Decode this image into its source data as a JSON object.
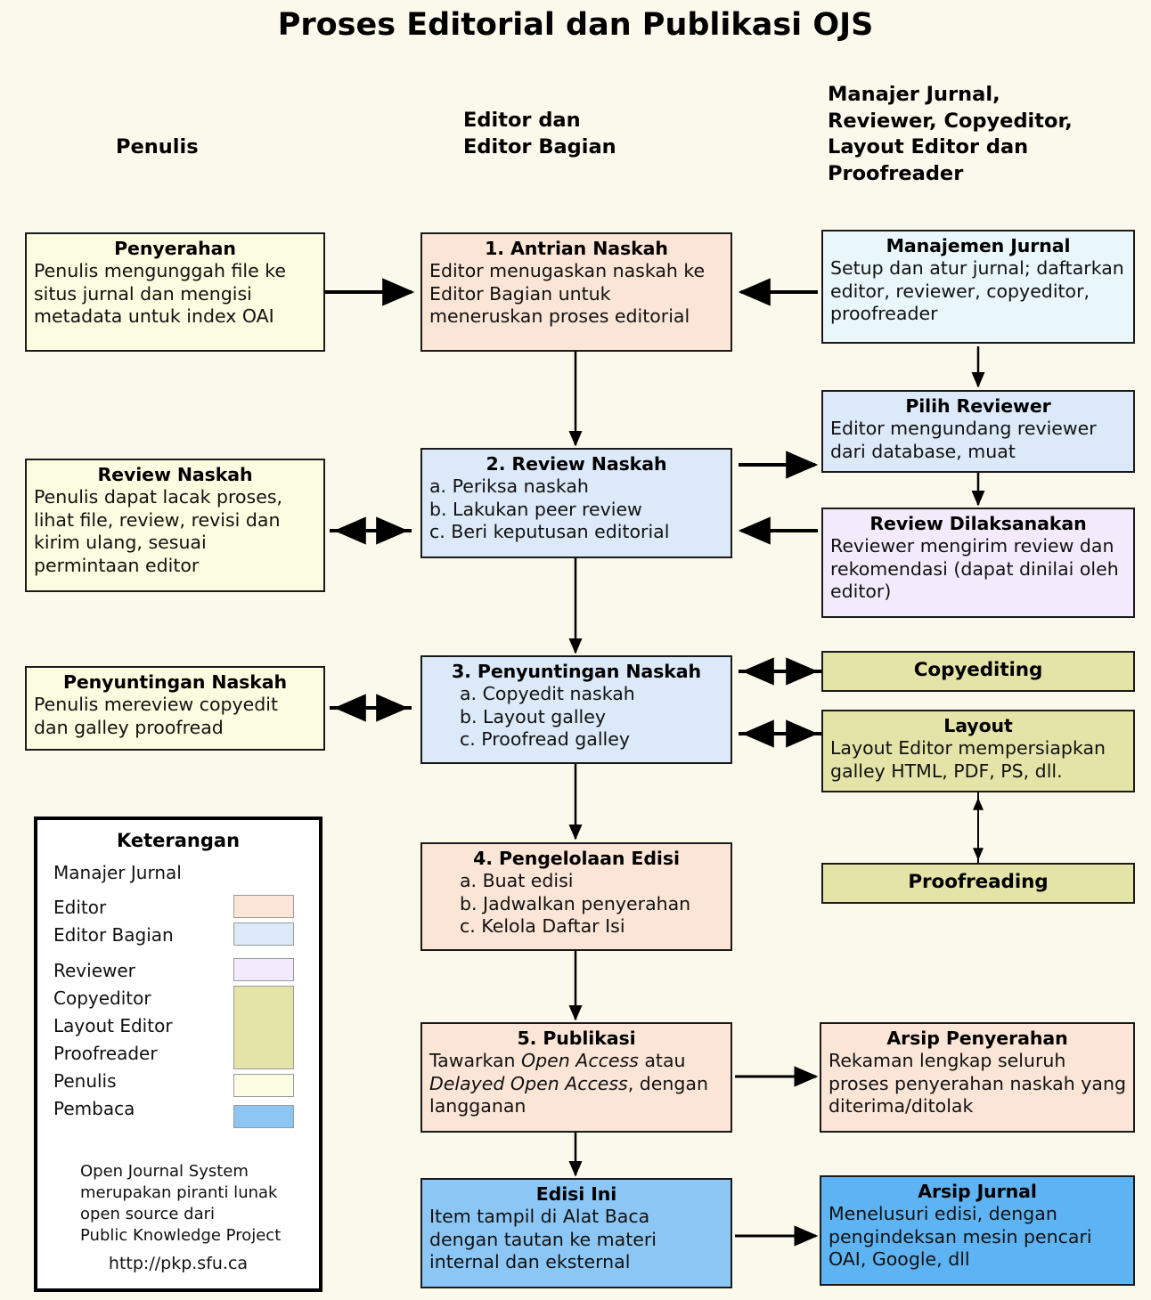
{
  "title": "Proses Editorial dan Publikasi OJS",
  "columns": [
    {
      "id": "penulis",
      "label": "Penulis"
    },
    {
      "id": "editor",
      "label": "Editor dan\nEditor Bagian"
    },
    {
      "id": "lainnya",
      "label": "Manajer Jurnal,\nReviewer, Copyeditor,\nLayout Editor dan\nProofreader"
    }
  ],
  "colors": {
    "background": "#faf9ec",
    "editor": "#fbe5d6",
    "editor_bagian": "#dbe9f8",
    "reviewer": "#f3ebfb",
    "copyeditor_layout_proofreader": "#e4e4a8",
    "penulis": "#fcfce0",
    "pembaca": "#8cc6f5",
    "manajer_jurnal": "#e9f7fb",
    "border": "#1a1a1a"
  },
  "nodes": {
    "penyerahan": {
      "title": "Penyerahan",
      "body": "Penulis mengunggah file ke situs jurnal dan mengisi metadata untuk index OAI",
      "role": "penulis"
    },
    "antrian_naskah": {
      "title": "1. Antrian Naskah",
      "body": "Editor menugaskan naskah ke Editor Bagian untuk meneruskan proses editorial",
      "role": "editor"
    },
    "manajemen_jurnal": {
      "title": "Manajemen Jurnal",
      "body": "Setup dan atur jurnal; daftarkan editor, reviewer, copyeditor, proofreader",
      "role": "manajer_jurnal"
    },
    "review_naskah_penulis": {
      "title": "Review Naskah",
      "body": "Penulis dapat lacak proses, lihat file, review, revisi dan kirim ulang, sesuai permintaan editor",
      "role": "penulis"
    },
    "review_naskah": {
      "title": "2. Review Naskah",
      "items": [
        "a. Periksa naskah",
        "b. Lakukan peer review",
        "c. Beri keputusan editorial"
      ],
      "role": "editor_bagian"
    },
    "pilih_reviewer": {
      "title": "Pilih Reviewer",
      "body": "Editor mengundang reviewer dari database, muat",
      "role": "editor_bagian"
    },
    "review_dilaksanakan": {
      "title": "Review Dilaksanakan",
      "body": "Reviewer mengirim review dan rekomendasi (dapat dinilai oleh editor)",
      "role": "reviewer"
    },
    "penyuntingan_naskah_penulis": {
      "title": "Penyuntingan Naskah",
      "body": "Penulis mereview copyedit dan galley proofread",
      "role": "penulis"
    },
    "penyuntingan_naskah": {
      "title": "3. Penyuntingan Naskah",
      "items": [
        "a. Copyedit naskah",
        "b. Layout galley",
        "c. Proofread galley"
      ],
      "role": "editor_bagian"
    },
    "copyediting": {
      "title": "Copyediting",
      "role": "copyeditor_layout_proofreader"
    },
    "layout": {
      "title": "Layout",
      "body": "Layout Editor mempersiapkan galley HTML, PDF, PS, dll.",
      "role": "copyeditor_layout_proofreader"
    },
    "proofreading": {
      "title": "Proofreading",
      "role": "copyeditor_layout_proofreader"
    },
    "pengelolaan_edisi": {
      "title": "4. Pengelolaan Edisi",
      "items": [
        "a. Buat edisi",
        "b. Jadwalkan penyerahan",
        "c. Kelola Daftar Isi"
      ],
      "role": "editor"
    },
    "publikasi": {
      "title": "5. Publikasi",
      "body_parts": [
        "Tawarkan ",
        "Open Access",
        " atau ",
        "Delayed Open Access",
        ", dengan langganan"
      ],
      "role": "editor"
    },
    "arsip_penyerahan": {
      "title": "Arsip Penyerahan",
      "body": "Rekaman lengkap seluruh proses penyerahan naskah yang diterima/ditolak",
      "role": "editor"
    },
    "edisi_ini": {
      "title": "Edisi Ini",
      "body": "Item tampil di Alat Baca dengan tautan ke materi internal dan eksternal",
      "role": "pembaca"
    },
    "arsip_jurnal": {
      "title": "Arsip Jurnal",
      "body": "Menelusuri edisi, dengan pengindeksan mesin pencari OAI, Google, dll",
      "role": "pembaca"
    }
  },
  "legend": {
    "title": "Keterangan",
    "rows": [
      {
        "label": "Manajer Jurnal",
        "swatch": null
      },
      {
        "label": "Editor",
        "swatch": "#fbe5d6"
      },
      {
        "label": "Editor Bagian",
        "swatch": "#dbe9f8"
      },
      {
        "label": "Reviewer",
        "swatch": "#f3ebfb"
      },
      {
        "label": "Copyeditor",
        "swatch": "#e4e4a8"
      },
      {
        "label": "Layout Editor",
        "swatch": "#e4e4a8"
      },
      {
        "label": "Proofreader",
        "swatch": "#e4e4a8"
      },
      {
        "label": "Penulis",
        "swatch": "#fcfce0"
      },
      {
        "label": "Pembaca",
        "swatch": "#8cc6f5"
      }
    ],
    "note": "Open Journal System\nmerupakan piranti lunak\nopen source dari\nPublic Knowledge Project",
    "url": "http://pkp.sfu.ca"
  }
}
